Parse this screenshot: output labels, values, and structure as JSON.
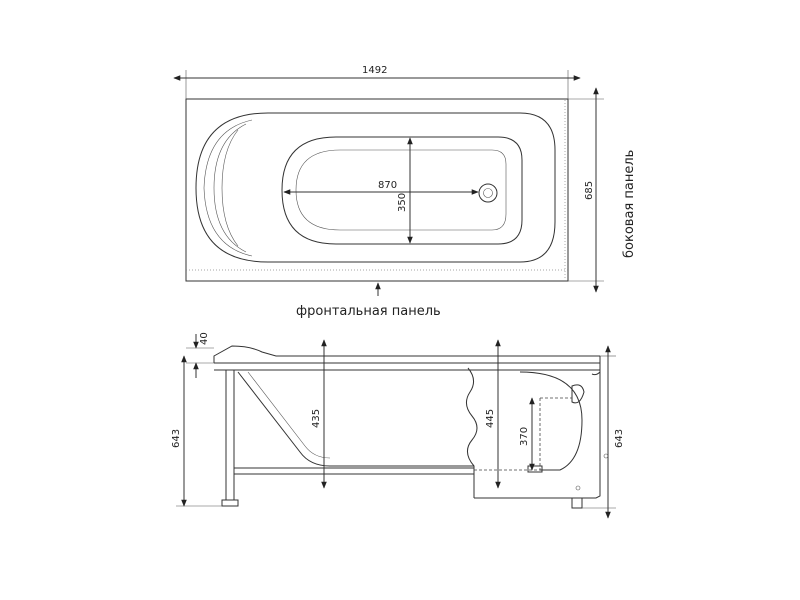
{
  "top_view": {
    "overall_length": "1492",
    "overall_width": "685",
    "basin_length": "870",
    "basin_width": "350",
    "side_panel_label": "боковая панель",
    "front_panel_label": "фронтальная панель"
  },
  "side_view": {
    "rim_height": "40",
    "total_height_left": "643",
    "total_height_right": "643",
    "depth_left": "435",
    "depth_right": "445",
    "drain_height": "370"
  }
}
